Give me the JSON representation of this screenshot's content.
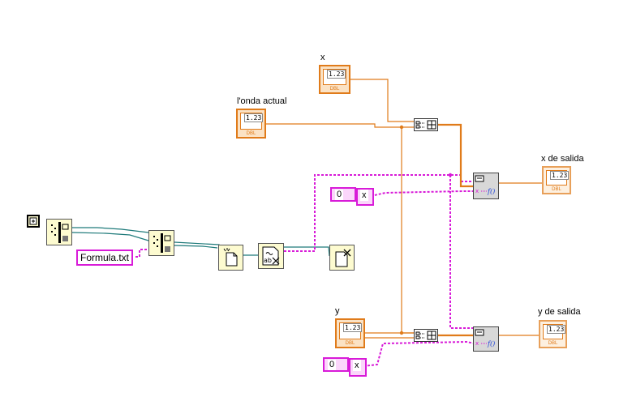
{
  "labels": {
    "x": "x",
    "onda_actual": "l'onda actual",
    "x_salida": "x de salida",
    "y": "y",
    "y_salida": "y de salida"
  },
  "constants": {
    "file_name": "Formula.txt",
    "num_zero_top": "0",
    "num_zero_bottom": "0",
    "x_var_top": "x",
    "x_var_bottom": "x"
  },
  "controls": {
    "numeric_display": "1.23",
    "type_tag": "DBL"
  },
  "colors": {
    "numeric_wire": "#e07b1a",
    "string_wire": "#d81bd8",
    "refnum_wire": "#1e7a7a",
    "error_wire": "#1e7a7a"
  },
  "icons": {
    "path_constant": "path-constant-icon",
    "build_path": "build-path-icon",
    "open_file": "open-file-icon",
    "read_text": "read-text-icon",
    "close_file": "close-file-icon",
    "bundle": "bundle-icon",
    "eval_formula": "eval-formula-icon"
  }
}
